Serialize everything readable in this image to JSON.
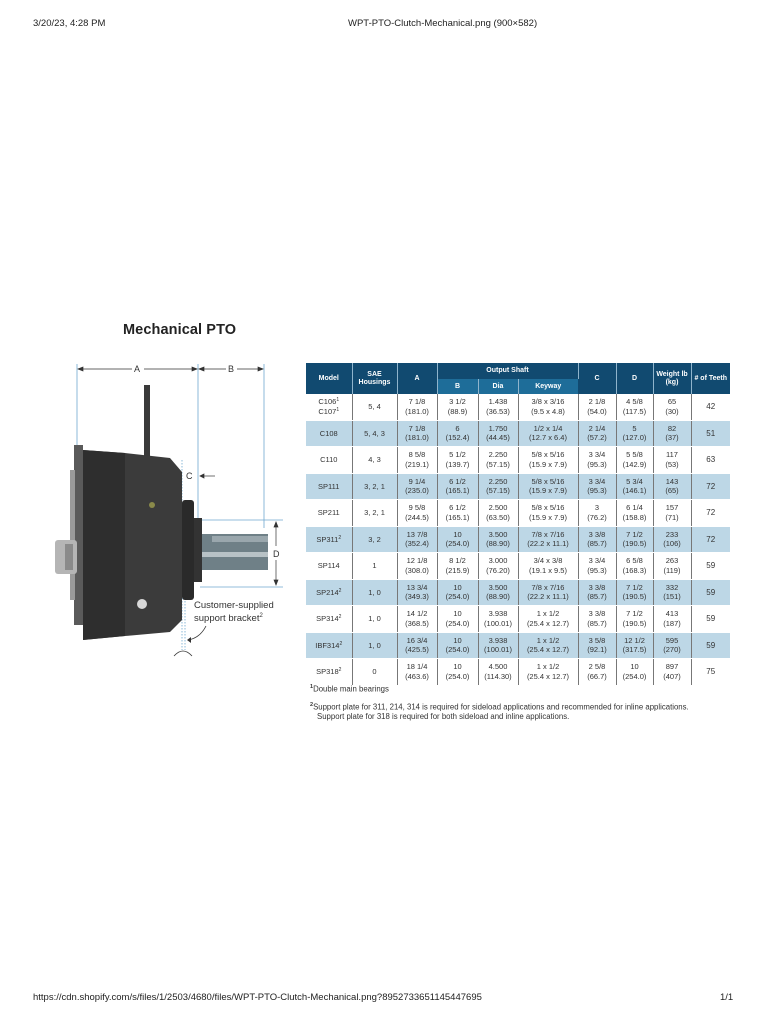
{
  "print_header": {
    "date": "3/20/23, 4:28 PM",
    "title": "WPT-PTO-Clutch-Mechanical.png (900×582)"
  },
  "print_footer": {
    "url": "https://cdn.shopify.com/s/files/1/2503/4680/files/WPT-PTO-Clutch-Mechanical.png?8952733651145447695",
    "page": "1/1"
  },
  "document": {
    "title": "Mechanical PTO",
    "diagram": {
      "labels": {
        "a": "A",
        "b": "B",
        "c": "C",
        "d": "D"
      },
      "callout_line1": "Customer-supplied",
      "callout_line2": "support bracket",
      "callout_sup": "2"
    },
    "colors": {
      "header_dark": "#114a70",
      "header_sub": "#1e6d99",
      "row_alt": "#bdd7e6",
      "dimension_line": "#6fa8cf"
    },
    "table": {
      "headers": {
        "model": "Model",
        "saf": "SAE Housings",
        "a": "A",
        "output_shaft": "Output Shaft",
        "b": "B",
        "dia": "Dia",
        "keyway": "Keyway",
        "c": "C",
        "d": "D",
        "weight": "Weight lb (kg)",
        "teeth": "# of Teeth"
      },
      "rows": [
        {
          "model": "C106",
          "model_sup": "1",
          "model2": "C107",
          "model2_sup": "1",
          "saf": "5, 4",
          "a": "7 1/8",
          "a_mm": "(181.0)",
          "b": "3 1/2",
          "b_mm": "(88.9)",
          "dia": "1.438",
          "dia_mm": "(36.53)",
          "keyway": "3/8 x 3/16",
          "keyway_mm": "(9.5 x 4.8)",
          "c": "2 1/8",
          "c_mm": "(54.0)",
          "d": "4 5/8",
          "d_mm": "(117.5)",
          "weight": "65",
          "weight_kg": "(30)",
          "teeth": "42"
        },
        {
          "model": "C108",
          "model_sup": "",
          "saf": "5, 4, 3",
          "a": "7 1/8",
          "a_mm": "(181.0)",
          "b": "6",
          "b_mm": "(152.4)",
          "dia": "1.750",
          "dia_mm": "(44.45)",
          "keyway": "1/2 x 1/4",
          "keyway_mm": "(12.7 x 6.4)",
          "c": "2 1/4",
          "c_mm": "(57.2)",
          "d": "5",
          "d_mm": "(127.0)",
          "weight": "82",
          "weight_kg": "(37)",
          "teeth": "51"
        },
        {
          "model": "C110",
          "model_sup": "",
          "saf": "4, 3",
          "a": "8 5/8",
          "a_mm": "(219.1)",
          "b": "5 1/2",
          "b_mm": "(139.7)",
          "dia": "2.250",
          "dia_mm": "(57.15)",
          "keyway": "5/8 x 5/16",
          "keyway_mm": "(15.9 x 7.9)",
          "c": "3 3/4",
          "c_mm": "(95.3)",
          "d": "5 5/8",
          "d_mm": "(142.9)",
          "weight": "117",
          "weight_kg": "(53)",
          "teeth": "63"
        },
        {
          "model": "SP111",
          "model_sup": "",
          "saf": "3, 2, 1",
          "a": "9 1/4",
          "a_mm": "(235.0)",
          "b": "6 1/2",
          "b_mm": "(165.1)",
          "dia": "2.250",
          "dia_mm": "(57.15)",
          "keyway": "5/8 x 5/16",
          "keyway_mm": "(15.9 x 7.9)",
          "c": "3 3/4",
          "c_mm": "(95.3)",
          "d": "5 3/4",
          "d_mm": "(146.1)",
          "weight": "143",
          "weight_kg": "(65)",
          "teeth": "72"
        },
        {
          "model": "SP211",
          "model_sup": "",
          "saf": "3, 2, 1",
          "a": "9 5/8",
          "a_mm": "(244.5)",
          "b": "6 1/2",
          "b_mm": "(165.1)",
          "dia": "2.500",
          "dia_mm": "(63.50)",
          "keyway": "5/8 x 5/16",
          "keyway_mm": "(15.9 x 7.9)",
          "c": "3",
          "c_mm": "(76.2)",
          "d": "6 1/4",
          "d_mm": "(158.8)",
          "weight": "157",
          "weight_kg": "(71)",
          "teeth": "72"
        },
        {
          "model": "SP311",
          "model_sup": "2",
          "saf": "3, 2",
          "a": "13 7/8",
          "a_mm": "(352.4)",
          "b": "10",
          "b_mm": "(254.0)",
          "dia": "3.500",
          "dia_mm": "(88.90)",
          "keyway": "7/8 x 7/16",
          "keyway_mm": "(22.2 x 11.1)",
          "c": "3 3/8",
          "c_mm": "(85.7)",
          "d": "7 1/2",
          "d_mm": "(190.5)",
          "weight": "233",
          "weight_kg": "(106)",
          "teeth": "72"
        },
        {
          "model": "SP114",
          "model_sup": "",
          "saf": "1",
          "a": "12 1/8",
          "a_mm": "(308.0)",
          "b": "8 1/2",
          "b_mm": "(215.9)",
          "dia": "3.000",
          "dia_mm": "(76.20)",
          "keyway": "3/4 x 3/8",
          "keyway_mm": "(19.1 x 9.5)",
          "c": "3 3/4",
          "c_mm": "(95.3)",
          "d": "6 5/8",
          "d_mm": "(168.3)",
          "weight": "263",
          "weight_kg": "(119)",
          "teeth": "59"
        },
        {
          "model": "SP214",
          "model_sup": "2",
          "saf": "1, 0",
          "a": "13 3/4",
          "a_mm": "(349.3)",
          "b": "10",
          "b_mm": "(254.0)",
          "dia": "3.500",
          "dia_mm": "(88.90)",
          "keyway": "7/8 x 7/16",
          "keyway_mm": "(22.2 x 11.1)",
          "c": "3 3/8",
          "c_mm": "(85.7)",
          "d": "7 1/2",
          "d_mm": "(190.5)",
          "weight": "332",
          "weight_kg": "(151)",
          "teeth": "59"
        },
        {
          "model": "SP314",
          "model_sup": "2",
          "saf": "1, 0",
          "a": "14 1/2",
          "a_mm": "(368.5)",
          "b": "10",
          "b_mm": "(254.0)",
          "dia": "3.938",
          "dia_mm": "(100.01)",
          "keyway": "1 x 1/2",
          "keyway_mm": "(25.4 x 12.7)",
          "c": "3 3/8",
          "c_mm": "(85.7)",
          "d": "7 1/2",
          "d_mm": "(190.5)",
          "weight": "413",
          "weight_kg": "(187)",
          "teeth": "59"
        },
        {
          "model": "IBF314",
          "model_sup": "2",
          "saf": "1, 0",
          "a": "16 3/4",
          "a_mm": "(425.5)",
          "b": "10",
          "b_mm": "(254.0)",
          "dia": "3.938",
          "dia_mm": "(100.01)",
          "keyway": "1 x 1/2",
          "keyway_mm": "(25.4 x 12.7)",
          "c": "3 5/8",
          "c_mm": "(92.1)",
          "d": "12 1/2",
          "d_mm": "(317.5)",
          "weight": "595",
          "weight_kg": "(270)",
          "teeth": "59"
        },
        {
          "model": "SP318",
          "model_sup": "2",
          "saf": "0",
          "a": "18 1/4",
          "a_mm": "(463.6)",
          "b": "10",
          "b_mm": "(254.0)",
          "dia": "4.500",
          "dia_mm": "(114.30)",
          "keyway": "1 x 1/2",
          "keyway_mm": "(25.4 x 12.7)",
          "c": "2 5/8",
          "c_mm": "(66.7)",
          "d": "10",
          "d_mm": "(254.0)",
          "weight": "897",
          "weight_kg": "(407)",
          "teeth": "75"
        }
      ]
    },
    "footnotes": [
      {
        "mark": "1",
        "text": "Double main bearings"
      },
      {
        "mark": "2",
        "text": "Support plate for 311, 214, 314 is required for sideload applications and recommended for inline applications.",
        "text2": "Support plate for 318 is required for both sideload and inline applications."
      }
    ]
  }
}
